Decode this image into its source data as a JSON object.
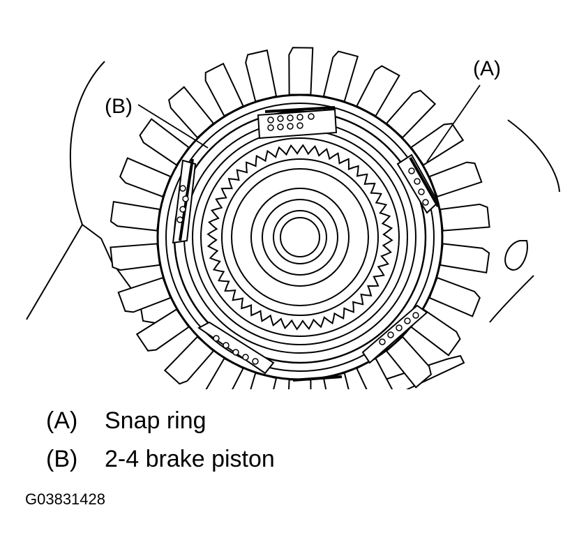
{
  "callouts": {
    "a": "(A)",
    "b": "(B)"
  },
  "legend": [
    {
      "code": "(A)",
      "label": "Snap ring"
    },
    {
      "code": "(B)",
      "label": "2-4 brake piston"
    }
  ],
  "figure_id": "G03831428"
}
